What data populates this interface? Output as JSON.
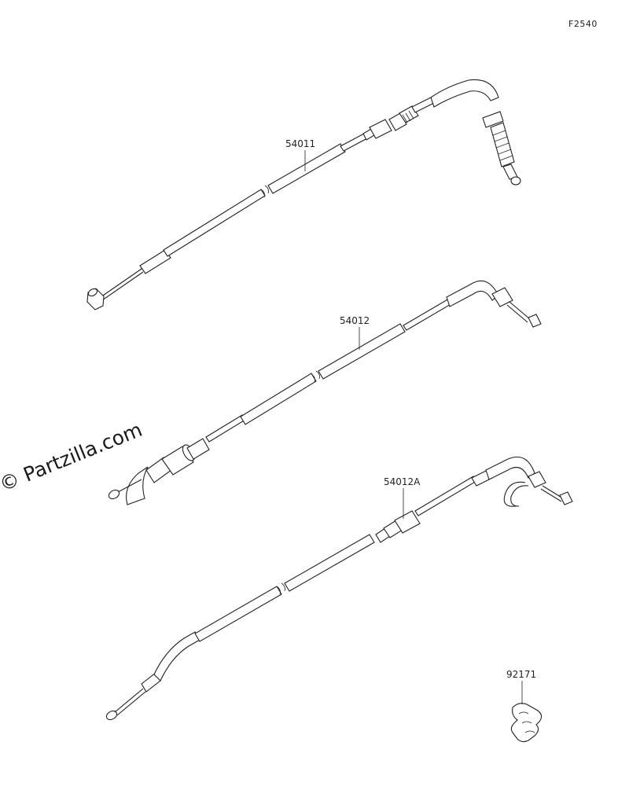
{
  "figure_code": "F2540",
  "watermark": "© Partzilla.com",
  "parts": [
    {
      "number": "54011"
    },
    {
      "number": "54012"
    },
    {
      "number": "54012A"
    },
    {
      "number": "92171"
    }
  ],
  "icons": [
    "cable-54011-icon",
    "cable-54012-icon",
    "cable-54012A-icon",
    "clamp-92171-icon"
  ]
}
